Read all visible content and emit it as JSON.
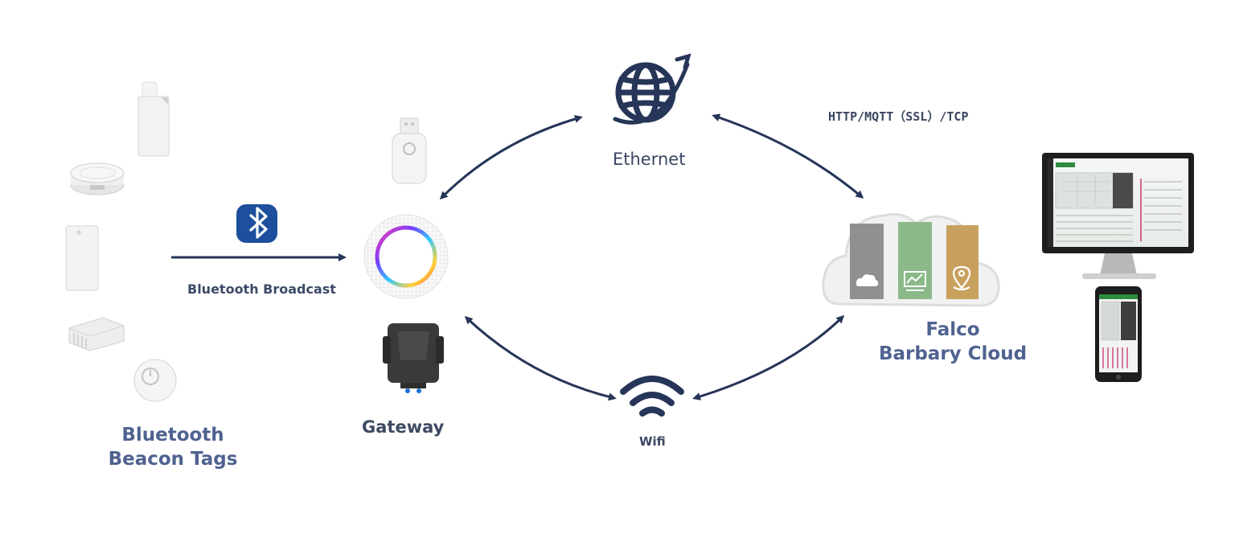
{
  "diagram": {
    "tags_label_line1": "Bluetooth",
    "tags_label_line2": "Beacon Tags",
    "bluetooth_broadcast_label": "Bluetooth Broadcast",
    "gateway_label": "Gateway",
    "ethernet_label": "Ethernet",
    "protocol_label": "HTTP/MQTT（SSL）/TCP",
    "wifi_label": "Wifi",
    "cloud_label_line1": "Falco",
    "cloud_label_line2": "Barbary Cloud"
  },
  "colors": {
    "arrow": "#263558",
    "label_blue": "#4f6290",
    "bluetooth_badge": "#1d4f9c",
    "cloud_gray": "#8e9190",
    "cloud_green": "#8bb98a",
    "cloud_gold": "#c9a15f",
    "dashboard_accent": "#2e8b3e",
    "dashboard_pink": "#c2246e"
  },
  "icons": [
    "globe-icon",
    "bluetooth-icon",
    "wifi-icon",
    "cloud-icon",
    "location-pin-icon",
    "chart-icon"
  ]
}
